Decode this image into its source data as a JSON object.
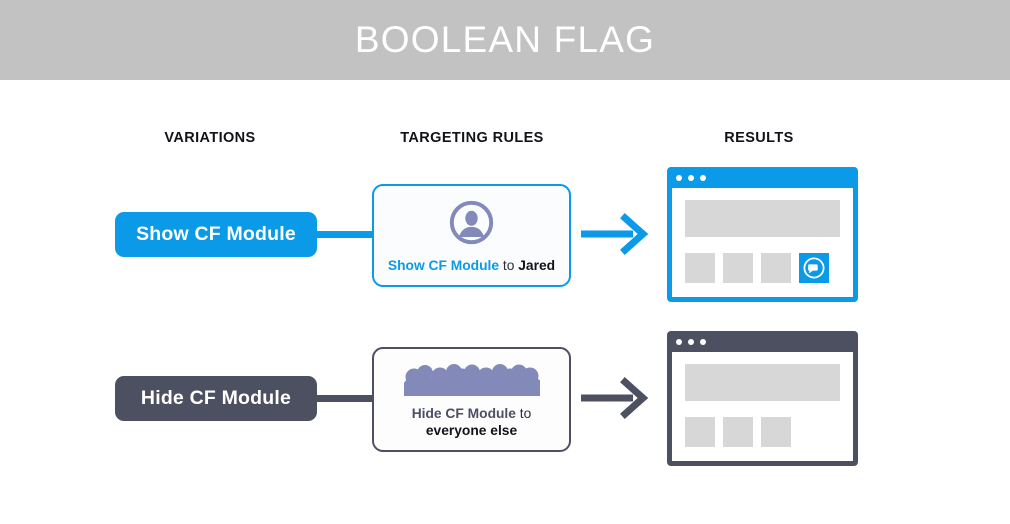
{
  "header": {
    "title": "BOOLEAN FLAG",
    "background_color": "#c2c2c2",
    "text_color": "#ffffff"
  },
  "columns": {
    "variations": "VARIATIONS",
    "targeting_rules": "TARGETING RULES",
    "results": "RESULTS"
  },
  "colors": {
    "accent_blue": "#0b9ae8",
    "dark_slate": "#4d5061",
    "icon_purple": "#8389b8",
    "placeholder_gray": "#d7d7d7"
  },
  "rows": [
    {
      "id": "show-cf-module",
      "theme": "blue",
      "variation_label": "Show CF Module",
      "rule": {
        "name": "Show CF Module",
        "connector_word": "to",
        "target": "Jared",
        "icon": "single-person-icon"
      },
      "result": {
        "window_theme": "blue",
        "dots": 3,
        "has_feature_tile": true,
        "feature_tile_icon": "chat-bubble-icon",
        "placeholder_tiles": 3
      },
      "arrow_icon": "arrow-right-icon"
    },
    {
      "id": "hide-cf-module",
      "theme": "dark",
      "variation_label": "Hide CF Module",
      "rule": {
        "name": "Hide CF Module",
        "connector_word": "to",
        "target": "everyone else",
        "icon": "group-people-icon"
      },
      "result": {
        "window_theme": "dark",
        "dots": 3,
        "has_feature_tile": false,
        "feature_tile_icon": "",
        "placeholder_tiles": 3
      },
      "arrow_icon": "arrow-right-icon"
    }
  ]
}
